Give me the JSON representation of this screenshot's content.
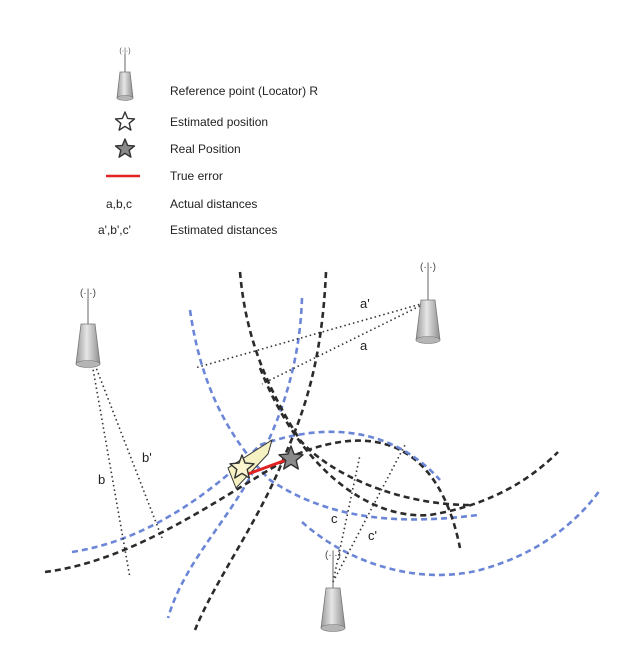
{
  "legend": {
    "reference_point": "Reference point (Locator) R",
    "estimated_position": "Estimated  position",
    "real_position": "Real Position",
    "true_error": "True error",
    "actual_symbol": "a,b,c",
    "actual_label": "Actual distances",
    "estimated_symbol": "a',b',c'",
    "estimated_label": "Estimated distances"
  },
  "distance_labels": {
    "a": "a",
    "a_prime": "a'",
    "b": "b",
    "b_prime": "b'",
    "c": "c",
    "c_prime": "c'"
  },
  "colors": {
    "actual_arc": "#2b2b2b",
    "estimated_arc": "#6b86d6",
    "true_error": "#e32222",
    "error_region": "#f6f1c2",
    "locator": "#c9c9c9",
    "real_star": "#8a8a8a",
    "estimated_star": "#fbf6d0"
  }
}
